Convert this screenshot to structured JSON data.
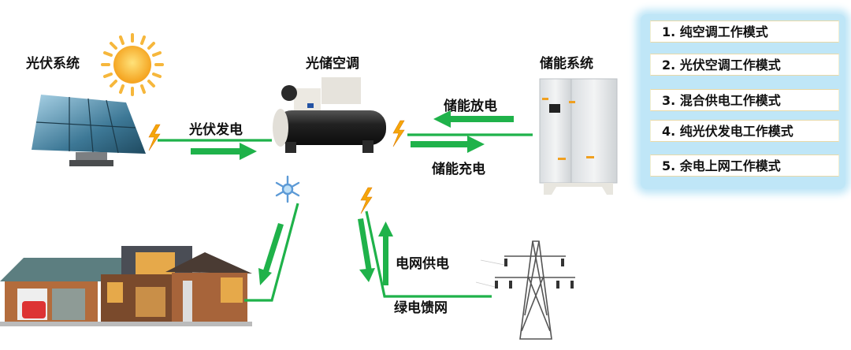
{
  "labels": {
    "pv_system": "光伏系统",
    "pv_ac": "光储空调",
    "storage_system": "储能系统",
    "pv_generation": "光伏发电",
    "storage_discharge": "储能放电",
    "storage_charge": "储能充电",
    "grid_supply": "电网供电",
    "green_feed": "绿电馈网"
  },
  "modes": [
    {
      "label": "1. 纯空调工作模式"
    },
    {
      "label": "2. 光伏空调工作模式"
    },
    {
      "label": "3. 混合供电工作模式"
    },
    {
      "label": "4. 纯光伏发电工作模式"
    },
    {
      "label": "5. 余电上网工作模式"
    }
  ],
  "colors": {
    "flow_green": "#1fb24a",
    "mode_panel": "#bfe6f7",
    "bolt": "#f5a60a"
  },
  "icons": [
    "sun-icon",
    "solar-panel-icon",
    "chiller-icon",
    "storage-cabinet-icon",
    "house-icon",
    "power-tower-icon",
    "lightning-icon",
    "snowflake-icon",
    "arrow-icon"
  ]
}
